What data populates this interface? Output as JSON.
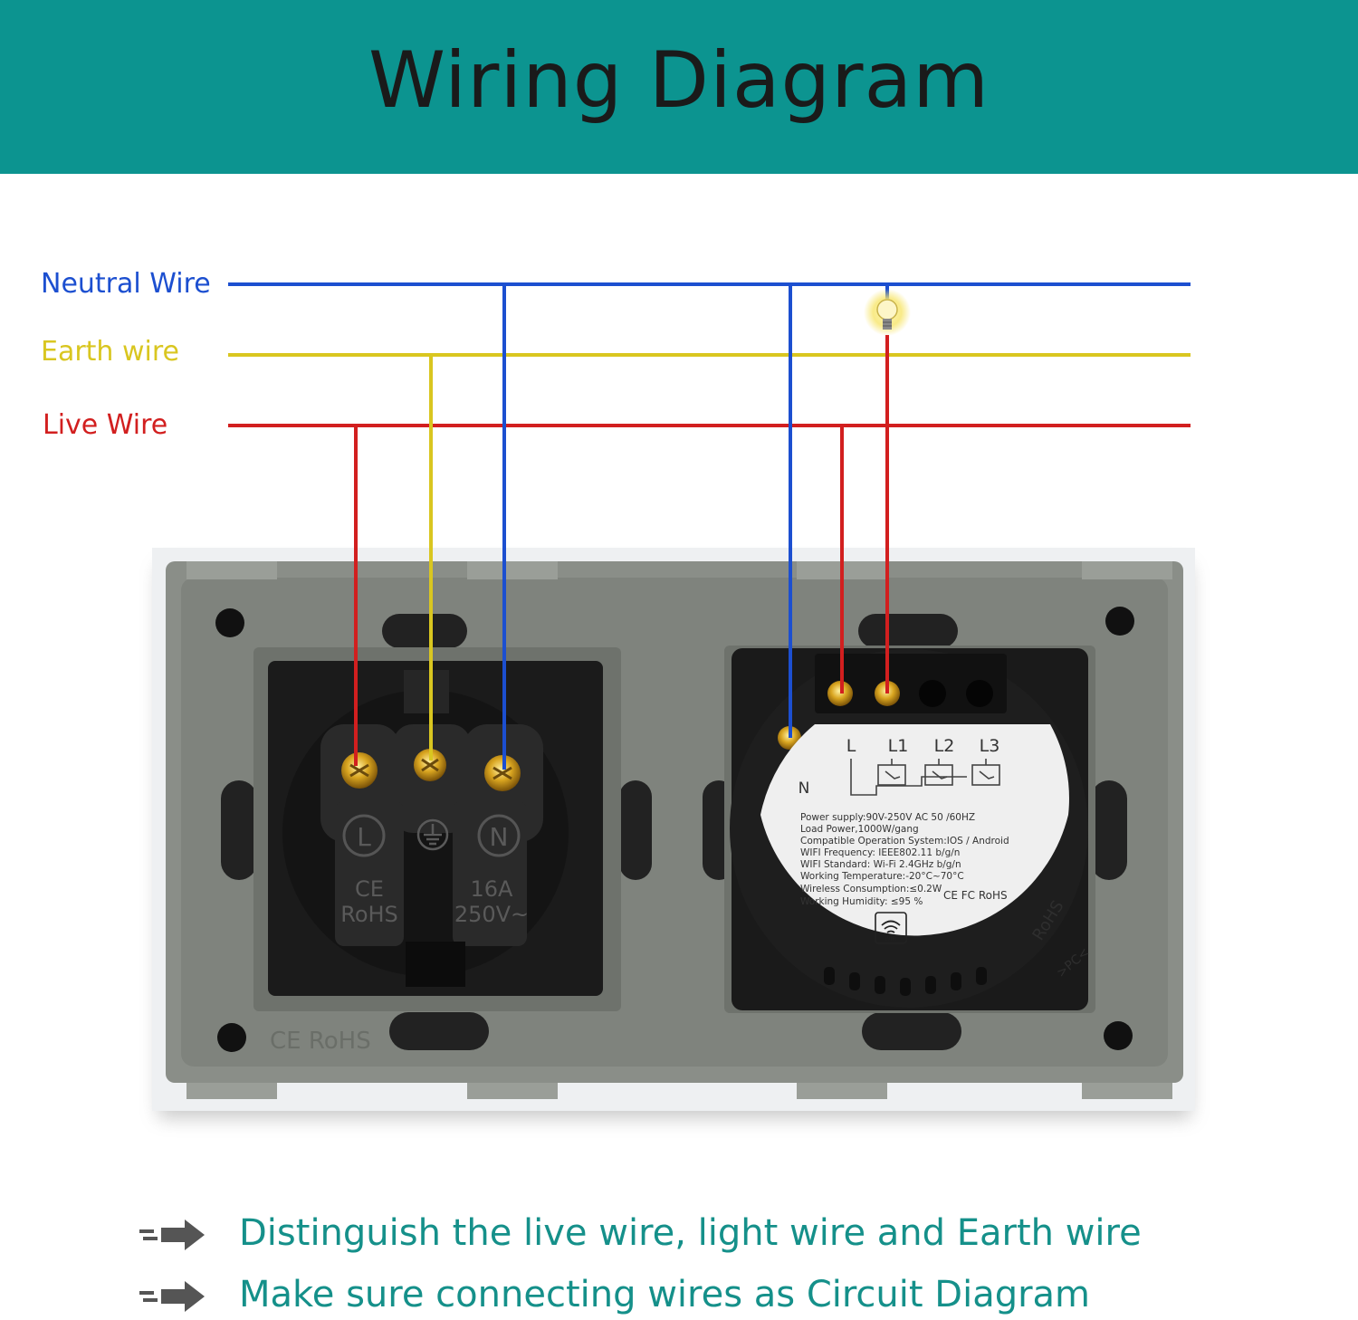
{
  "title": "Wiring Diagram",
  "wires": {
    "neutral": "Neutral Wire",
    "earth": "Earth wire",
    "live": "Live Wire"
  },
  "colors": {
    "header": "#0c9490",
    "neutral": "#1c4fd0",
    "earth": "#d9c620",
    "live": "#d21f1f",
    "note_text": "#15908a"
  },
  "socket": {
    "terminal_l": "L",
    "terminal_n": "N",
    "ce": "CE",
    "rohs": "RoHS",
    "rating_current": "16A",
    "rating_voltage": "250V~",
    "panel_mark": "CE RoHS"
  },
  "switch": {
    "terminals": [
      "L",
      "L1",
      "L2",
      "L3"
    ],
    "n_label": "N",
    "specs": [
      "Power supply:90V-250V AC  50 /60HZ",
      "Load Power,1000W/gang",
      "Compatible Operation System:IOS / Android",
      "WIFI Frequency: IEEE802.11 b/g/n",
      "WIFI Standard: Wi-Fi 2.4GHz b/g/n",
      "Working Temperature:-20°C~70°C",
      "Wireless Consumption:≤0.2W",
      "Working Humidity: ≤95 %"
    ],
    "certs": "CE FC RoHS",
    "wifi_label": "WIFI",
    "rohs_edge": "RoHS",
    "pc_edge": ">PC<"
  },
  "icons": {
    "bulb": "light-bulb-icon",
    "arrow": "double-arrow-icon",
    "wifi": "wifi-icon",
    "earth": "earth-ground-icon"
  },
  "notes": [
    "Distinguish the live wire, light wire and Earth wire",
    "Make sure connecting wires as Circuit Diagram"
  ]
}
